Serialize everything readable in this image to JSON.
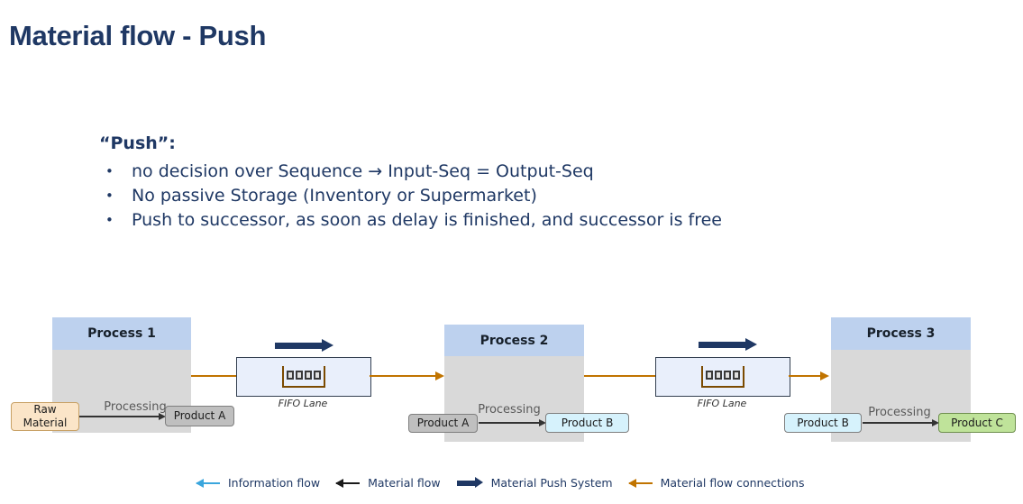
{
  "title": "Material flow - Push",
  "bullets": {
    "heading": "“Push”:",
    "marker": "•",
    "items": [
      "no decision over Sequence → Input-Seq = Output-Seq",
      "No passive Storage (Inventory or Supermarket)",
      "Push to successor, as soon as delay is finished, and successor is free"
    ]
  },
  "diagram": {
    "processes": [
      {
        "name": "Process 1",
        "input": "Raw Material",
        "arrow_label": "Processing",
        "output": "Product A"
      },
      {
        "name": "Process 2",
        "input": "Product A",
        "arrow_label": "Processing",
        "output": "Product B"
      },
      {
        "name": "Process 3",
        "input": "Product B",
        "arrow_label": "Processing",
        "output": "Product C"
      }
    ],
    "fifo_lanes": [
      {
        "label": "FIFO Lane"
      },
      {
        "label": "FIFO Lane"
      }
    ]
  },
  "legend": {
    "items": [
      {
        "label": "Information flow",
        "arrow": "thin-left",
        "color": "#3aa6dd"
      },
      {
        "label": "Material flow",
        "arrow": "thin-left",
        "color": "#1a1a1a"
      },
      {
        "label": "Material Push System",
        "arrow": "thick-right",
        "color": "#1f3864"
      },
      {
        "label": "Material flow connections",
        "arrow": "thin-left",
        "color": "#c17400"
      }
    ]
  },
  "colors": {
    "navy": "#1f3864",
    "header-blue": "#bdd1ee",
    "process-gray": "#d9d9d9",
    "fifo-fill": "#e9effb",
    "fifo-border": "#333f50",
    "fifo-bracket": "#7b4a00",
    "orange": "#c17400",
    "info-blue": "#3aa6dd",
    "arrow-black": "#1a1a1a",
    "raw-fill": "#fbe5c8",
    "raw-border": "#c8a165",
    "gray-fill": "#bfbfbf",
    "gray-border": "#7f7f7f",
    "cyan-fill": "#d6f2fc",
    "cyan-border": "#7f7f7f",
    "green-fill": "#bfe39a",
    "green-border": "#6f8f4f",
    "text-gray": "#595959"
  }
}
